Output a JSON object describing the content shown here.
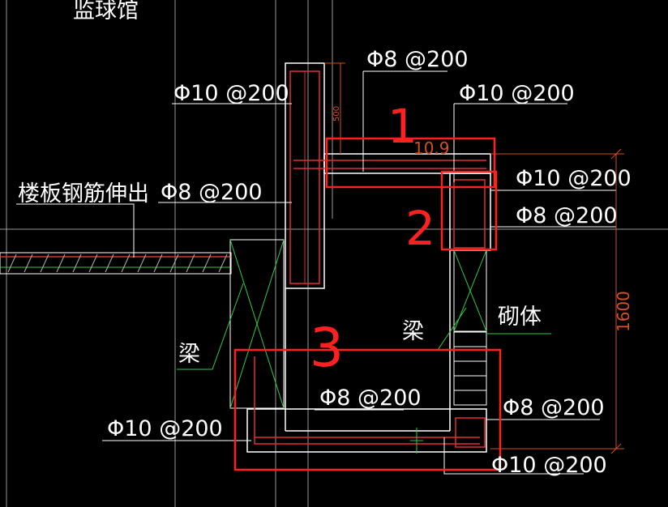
{
  "colors": {
    "background": "#000000",
    "structure": "#ffffff",
    "grid": "#9a9a9a",
    "rebar": "#e03030",
    "markup": "#ff2020",
    "leader": "#2ecc40",
    "dimension": "#d05020"
  },
  "labels": {
    "top_title": "监球馆",
    "slab_rebar_out": "楼板钢筋伸出",
    "beam_left": "梁",
    "beam_center": "梁",
    "masonry": "砌体",
    "rebar_phi8_top": "Φ8 @200",
    "rebar_phi10_left": "Φ10 @200",
    "rebar_phi10_right": "Φ10 @200",
    "rebar_phi8_slab": "Φ8 @200",
    "rebar_phi10_r2": "Φ10 @200",
    "rebar_phi8_r2": "Φ8 @200",
    "rebar_phi8_bottom_center": "Φ8 @200",
    "rebar_phi8_bottom_right": "Φ8 @200",
    "rebar_phi10_bottom_left": "Φ10 @200",
    "rebar_phi10_bottom_right": "Φ10 @200"
  },
  "dimensions": {
    "height": "1600",
    "upper_offset": "500",
    "small_value": "10.9"
  },
  "markup_numbers": {
    "one": "1",
    "two": "2",
    "three": "3"
  }
}
